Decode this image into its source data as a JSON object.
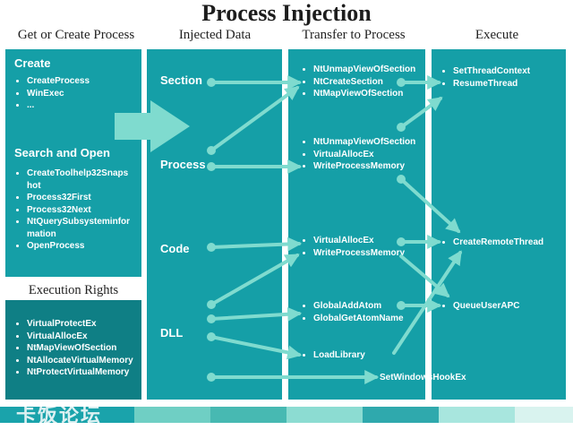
{
  "title": "Process Injection",
  "columns": {
    "get_or_create": "Get or Create Process",
    "injected_data": "Injected Data",
    "transfer": "Transfer to Process",
    "execute": "Execute"
  },
  "create": {
    "title": "Create",
    "items": [
      "CreateProcess",
      "WinExec",
      "..."
    ]
  },
  "search": {
    "title": "Search and Open",
    "items": [
      "CreateToolhelp32Snapshot",
      "Process32First",
      "Process32Next",
      "NtQuerySubsysteminformation",
      "OpenProcess"
    ],
    "item0_line1": "CreateToolhelp32Snaps",
    "item0_line2": "hot",
    "item3_line1": "NtQuerySubsysteminfor",
    "item3_line2": "mation"
  },
  "execution_rights": {
    "title": "Execution Rights",
    "items": [
      "VirtualProtectEx",
      "VirtualAllocEx",
      "NtMapViewOfSection",
      "NtAllocateVirtualMemory",
      "NtProtectVirtualMemory"
    ]
  },
  "injected": {
    "section": "Section",
    "process": "Process",
    "code": "Code",
    "dll": "DLL"
  },
  "transfer": {
    "group1": [
      "NtUnmapViewOfSection",
      "NtCreateSection",
      "NtMapViewOfSection"
    ],
    "group2": [
      "NtUnmapViewOfSection",
      "VirtualAllocEx",
      "WriteProcessMemory"
    ],
    "group3": [
      "VirtualAllocEx",
      "WriteProcessMemory"
    ],
    "group4": [
      "GlobalAddAtom",
      "GlobalGetAtomName"
    ],
    "group5": [
      "LoadLibrary"
    ]
  },
  "execute": {
    "group1": [
      "SetThreadContext",
      "ResumeThread"
    ],
    "create_remote_thread": "CreateRemoteThread",
    "queue_user_apc": "QueueUserAPC"
  },
  "hook": "SetWindowsHookEx",
  "watermark": "卡饭论坛",
  "colors": {
    "panel": "#159fa7",
    "panel_dark": "#0f7f85",
    "arrow": "#7fdbcf",
    "text": "#ffffff"
  }
}
